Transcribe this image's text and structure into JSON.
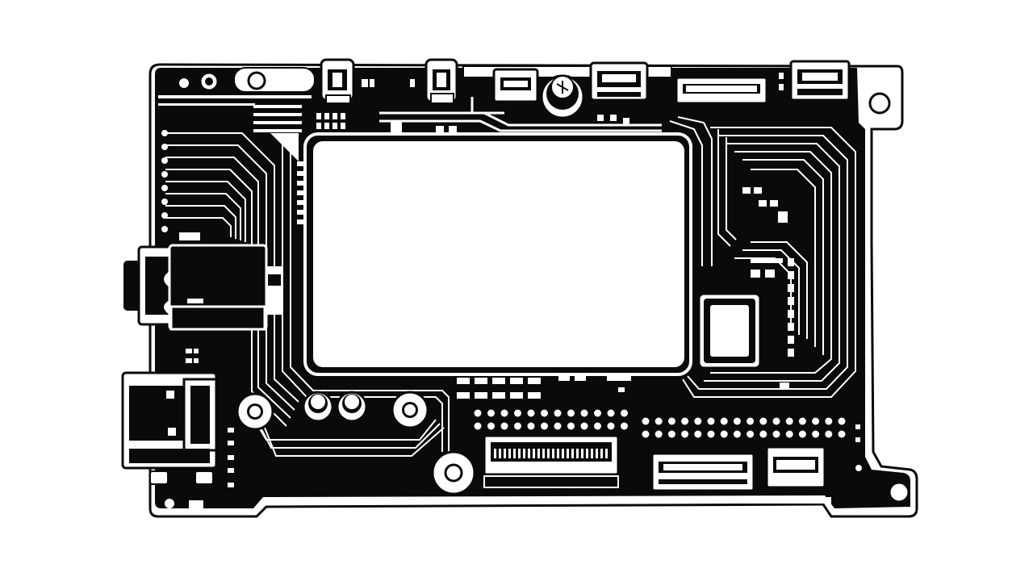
{
  "figure": {
    "kind": "pcb-line-art",
    "style": "monochrome",
    "colors": {
      "background": "#ffffff",
      "board": "#0a0a0a",
      "outline": "#0a0a0a",
      "window": "#ffffff",
      "trace": "#ffffff"
    },
    "components": [
      {
        "name": "central-display-cutout"
      },
      {
        "name": "rectangular-chip"
      },
      {
        "name": "dc-barrel-jack"
      },
      {
        "name": "usb-port"
      },
      {
        "name": "electrolytic-capacitor"
      },
      {
        "name": "ribbon-connector"
      },
      {
        "name": "header-pin-grid"
      },
      {
        "name": "mounting-holes"
      },
      {
        "name": "tactile-buttons"
      }
    ]
  }
}
